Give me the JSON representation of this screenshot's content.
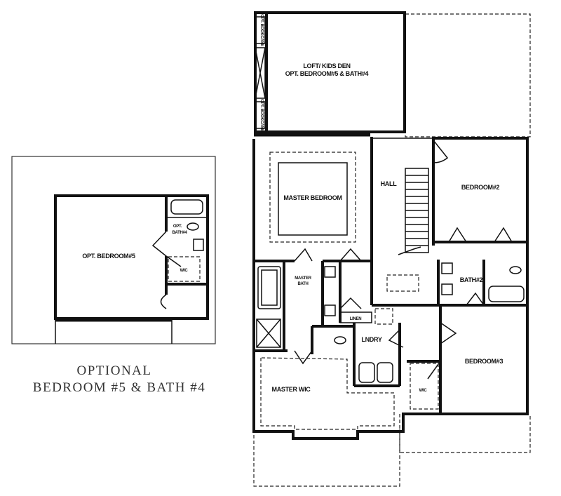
{
  "inset": {
    "room_label": "OPT. BEDROOM#5",
    "bath_label_1": "OPT.",
    "bath_label_2": "BATH#4",
    "closet_label": "WIC",
    "caption_line1": "OPTIONAL",
    "caption_line2": "BEDROOM #5 & BATH #4"
  },
  "plan": {
    "loft_line1": "LOFT/ KIDS DEN",
    "loft_line2": "OPT. BEDROOM#5 & BATH#4",
    "bookcase_top": "OPT. BOOKCASE",
    "bookcase_bottom": "OPT. BOOKCASE",
    "master_bedroom": "MASTER BEDROOM",
    "hall": "HALL",
    "bedroom2": "BEDROOM#2",
    "master_bath_1": "MASTER",
    "master_bath_2": "BATH",
    "bath2": "BATH#2",
    "linen": "LINEN",
    "laundry": "LNDRY",
    "bedroom3": "BEDROOM#3",
    "master_wic": "MASTER WIC",
    "wic": "WIC"
  }
}
